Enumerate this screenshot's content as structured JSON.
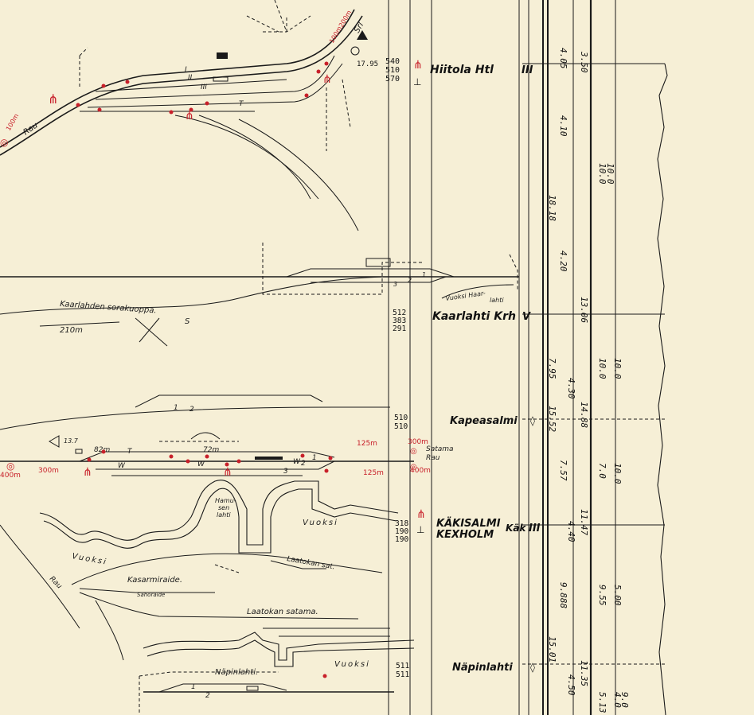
{
  "stations": [
    {
      "key": "hiitola",
      "name": "Hiitola Htl",
      "class": "III",
      "elev": [
        "540",
        "510",
        "570"
      ]
    },
    {
      "key": "kaarlahti",
      "name": "Kaarlahti Krh",
      "class": "V",
      "elev": [
        "512",
        "383",
        "291"
      ]
    },
    {
      "key": "kapeasalmi",
      "name": "Kapeasalmi",
      "elev": [
        "510",
        "510"
      ]
    },
    {
      "key": "kakisalmi",
      "name1": "KÄKISALMI",
      "name2": "KEXHOLM",
      "abbr": "Käk",
      "class": "III",
      "elev": [
        "318",
        "190",
        "190"
      ]
    },
    {
      "key": "napinlahti",
      "name": "Näpinlahti",
      "elev": [
        "511",
        "511"
      ]
    }
  ],
  "place_labels": {
    "kaarlahden_sorakuoppa": "Kaarlahden sorakuoppa.",
    "hamusen_lahti_1": "Hamu-",
    "hamusen_lahti_2": "sen",
    "hamusen_lahti_3": "lahti",
    "vuoksi_1": "Vuoksi",
    "vuoksi_2": "Vuoksi",
    "vuoksi_3": "Vuoksi",
    "vuoksi_haarlahti_1": "Vuoksi Haar-",
    "vuoksi_haarlahti_2": "lahti",
    "kasarmiraide": "Kasarmiraide.",
    "sahoraide": "Sahoraide",
    "laatokan_sat": "Laatokan sat.",
    "laatokan_satama": "Laatokan satama.",
    "napinlahti_small": "Näpinlahti.",
    "satama": "Satama",
    "rau_1": "Rau",
    "rau_2": "Rau",
    "rau_3": "Rau",
    "srl": "Srl"
  },
  "track_marks": {
    "s1": "S",
    "w1": "W",
    "w2": "W",
    "w3": "W",
    "i1": "I",
    "ii1": "II",
    "iii1": "III",
    "t1": "T",
    "t2": "T",
    "n1": "1",
    "n2": "2",
    "n3": "3",
    "n4": "1",
    "n5": "2",
    "n6": "3",
    "n7": "2",
    "n8": "1",
    "n9": "2",
    "n10": "3",
    "n11": "1",
    "n12": "2"
  },
  "distances": {
    "d210": "210m",
    "d82": "82m",
    "d72": "72m",
    "d125a": "125m",
    "d125b": "125m",
    "d300a": "300m",
    "d300b": "300m",
    "d400a": "400m",
    "d400b": "400m",
    "d100a": "100m",
    "d100b": "100m",
    "d200": "200m",
    "d1795": "17.95",
    "d137": "13.7"
  },
  "profile_columns": {
    "col1": [
      "18.18",
      "7.95",
      "15.52",
      "7.57",
      "9.888",
      "15.01"
    ],
    "col2": [
      "4.05",
      "4.10",
      "4.20",
      "4.30",
      "4.40",
      "4.50"
    ],
    "col3": [
      "3.50",
      "13.06",
      "14.88",
      "11.47",
      "11.35"
    ],
    "col4": [
      "10.0",
      "10.0",
      "7.0",
      "9.55",
      "5.13"
    ],
    "col5": [
      "10.0",
      "10.0",
      "10.0",
      "5.00",
      "4.0",
      "9.0"
    ]
  },
  "colors": {
    "paper": "#f6efd6",
    "ink": "#1a1a1a",
    "signal_red": "#c8202a"
  }
}
